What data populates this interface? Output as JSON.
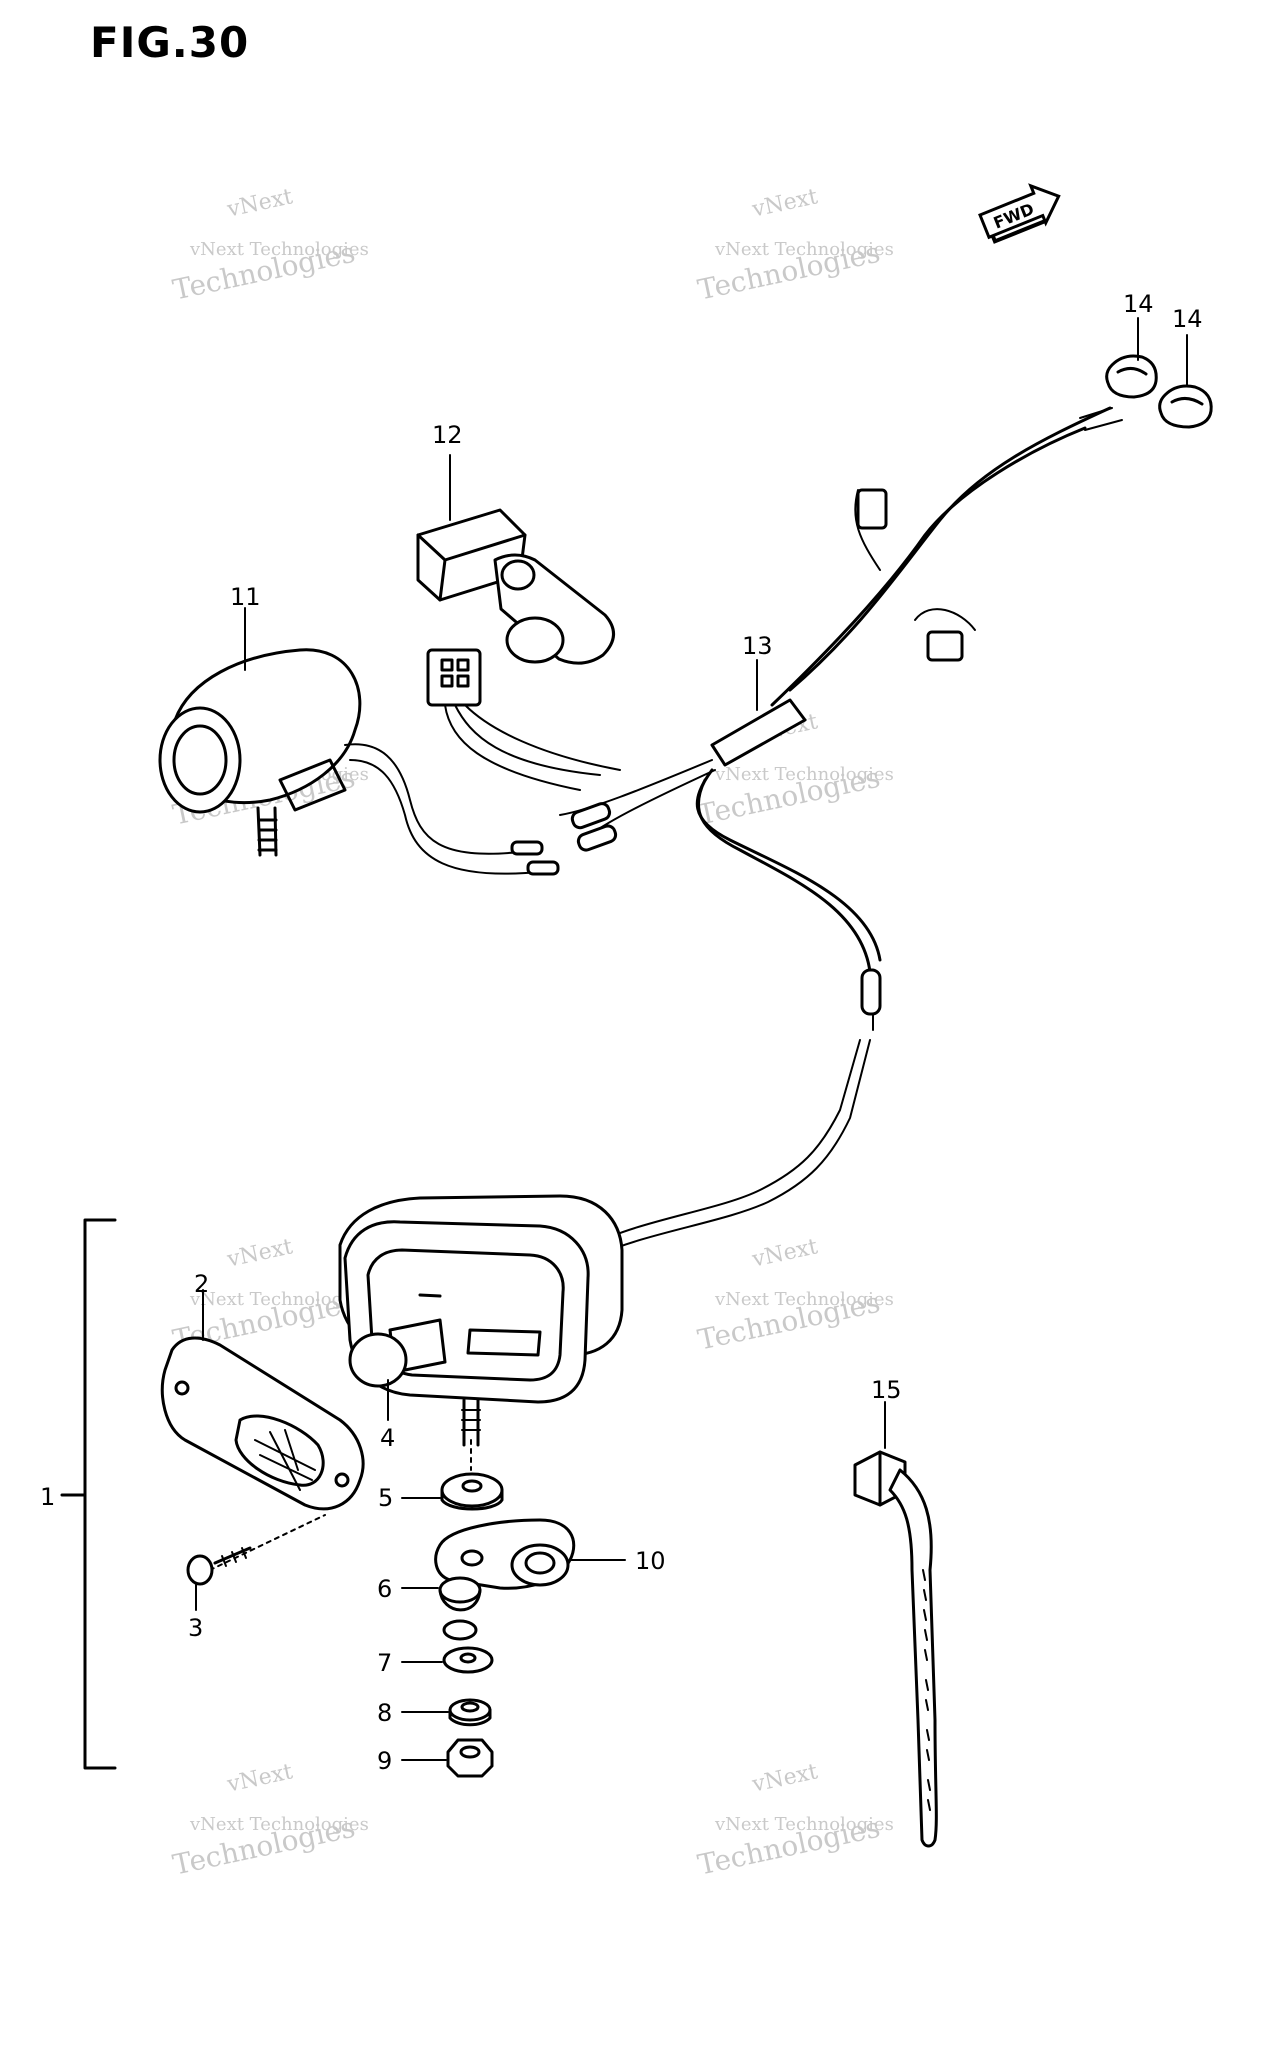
{
  "figure_title": "FIG.30",
  "fwd_label": "FWD",
  "watermark": {
    "line1": "vNext",
    "line2": "vNext Technologies",
    "line3": "Technologies"
  },
  "callouts": {
    "c1": "1",
    "c2": "2",
    "c3": "3",
    "c4": "4",
    "c5": "5",
    "c6": "6",
    "c7": "7",
    "c8": "8",
    "c9": "9",
    "c10": "10",
    "c11": "11",
    "c12": "12",
    "c13": "13",
    "c14a": "14",
    "c14b": "14",
    "c15": "15"
  }
}
